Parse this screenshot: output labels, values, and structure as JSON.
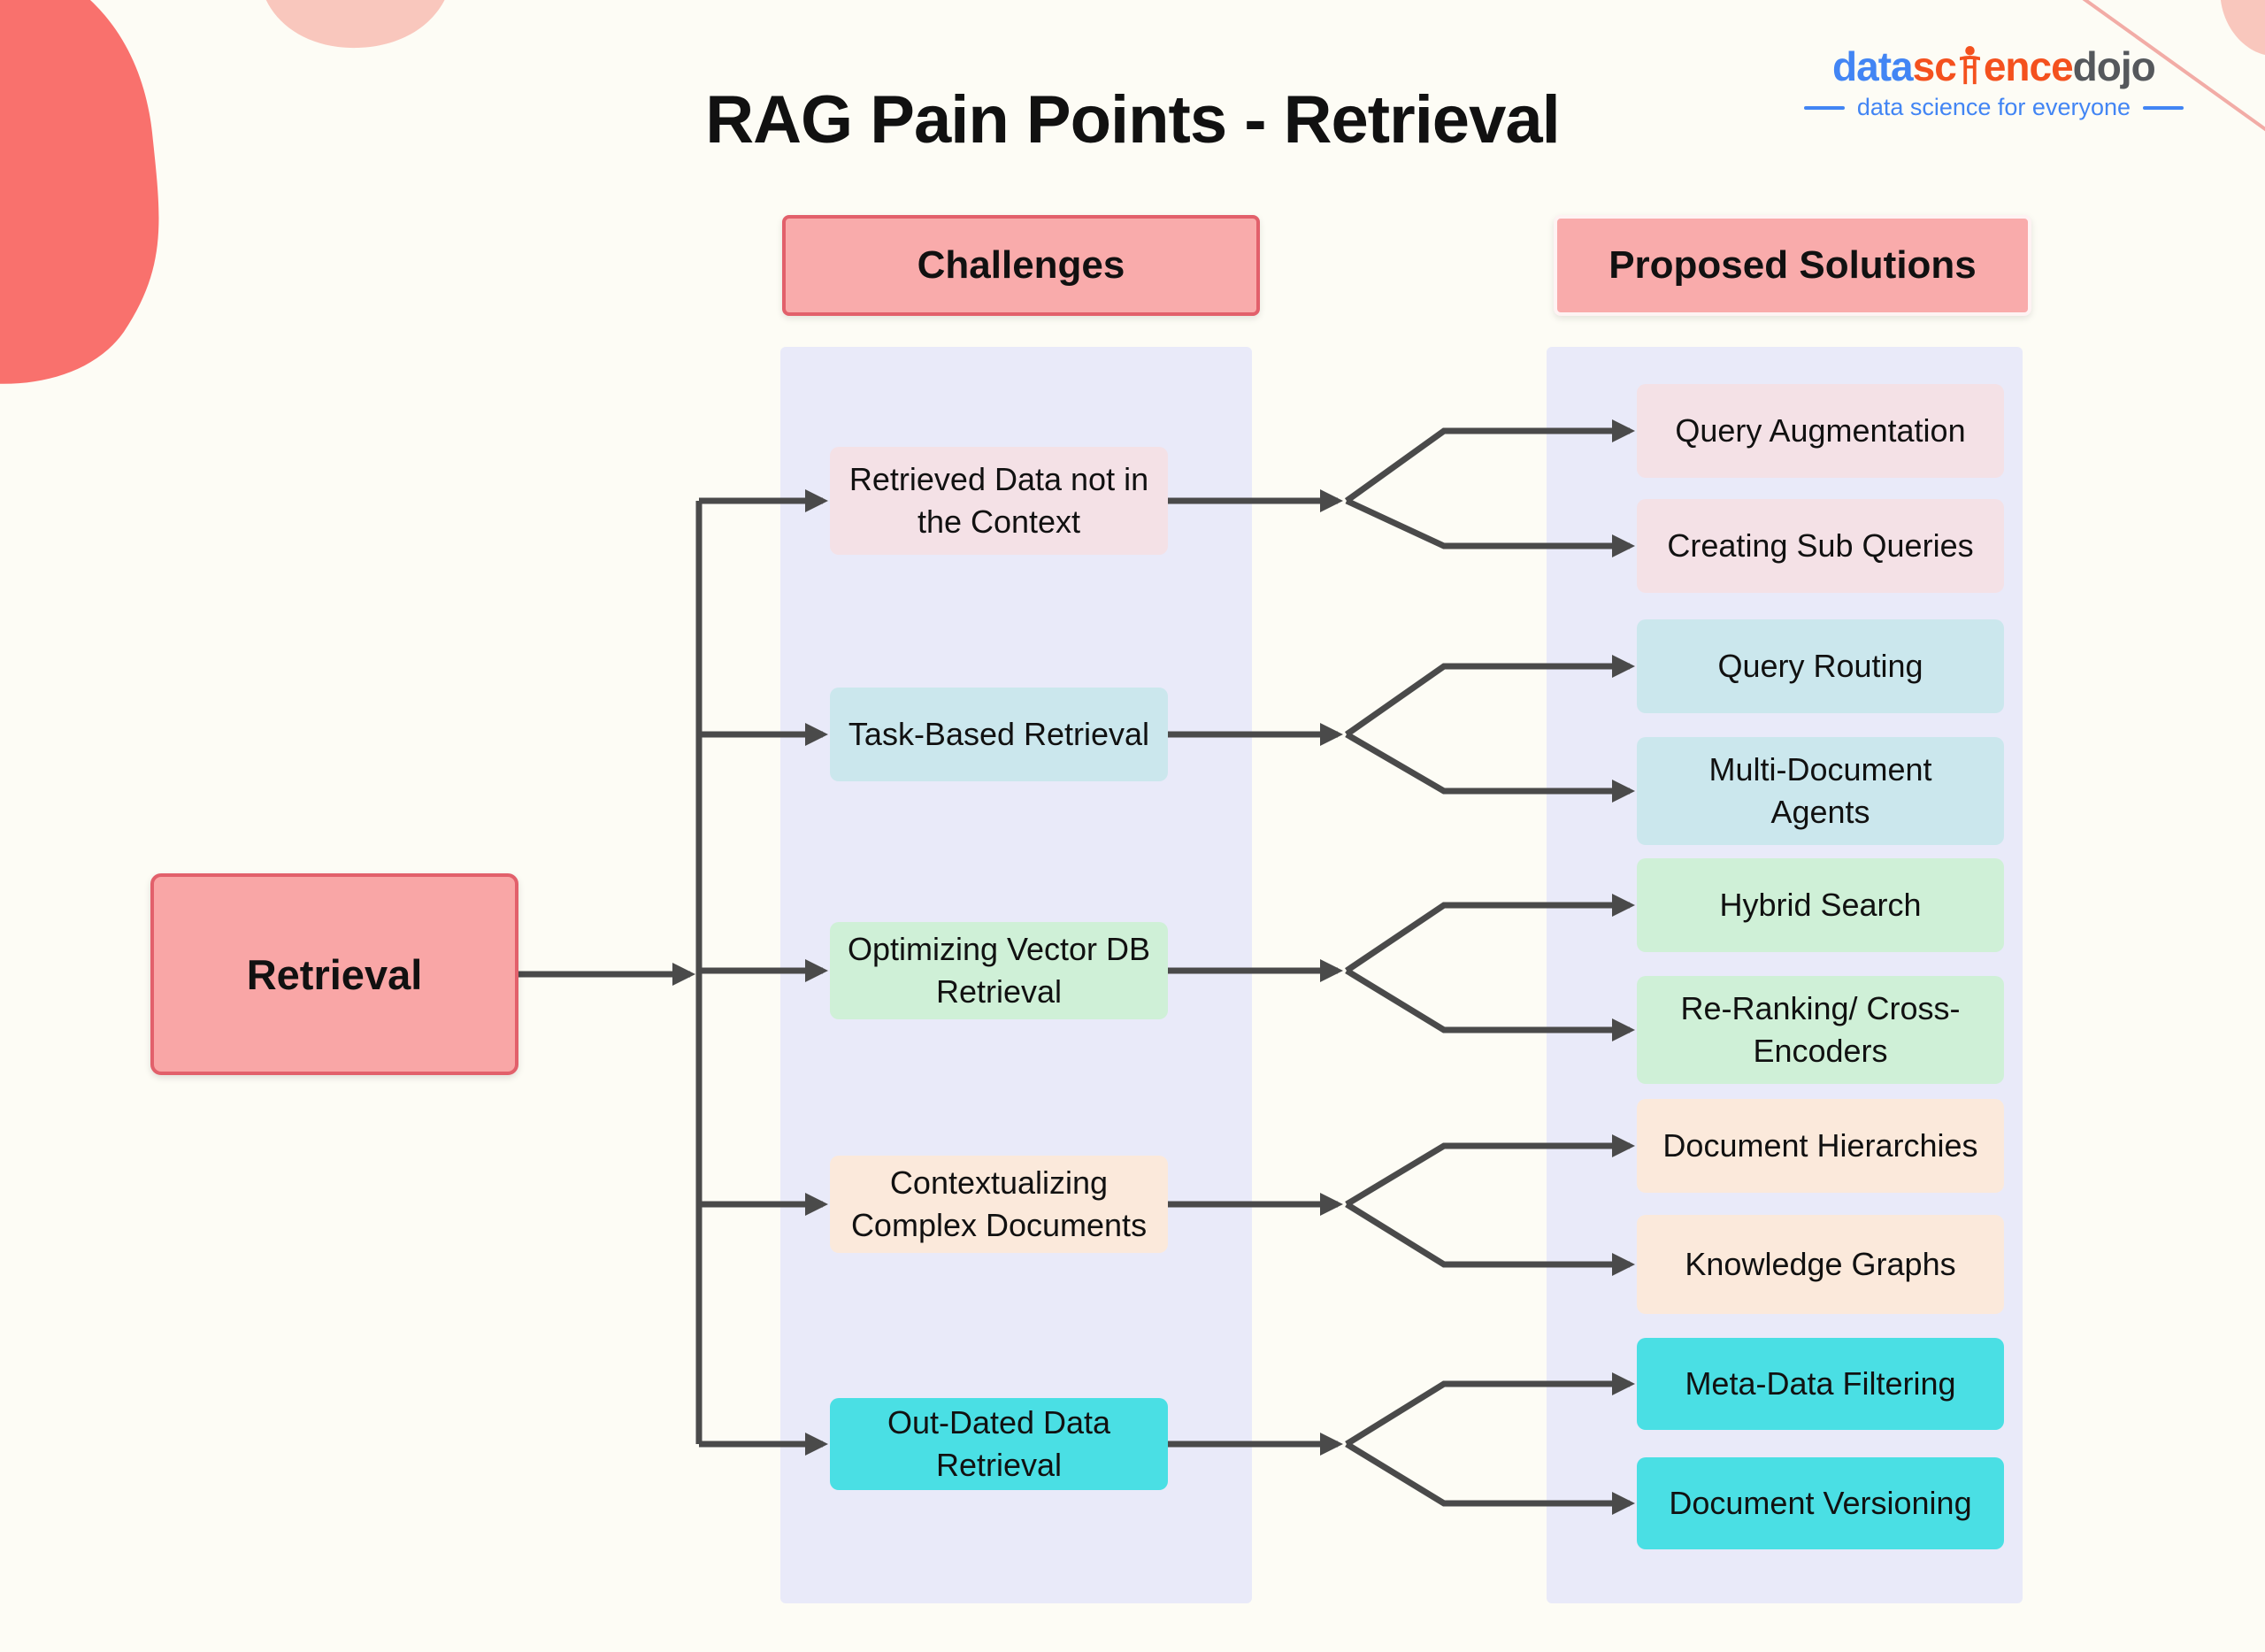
{
  "page": {
    "title": "RAG Pain Points - Retrieval"
  },
  "logo": {
    "word1": "data",
    "word2a": "sc",
    "word2b": "ence",
    "word3": "dojo",
    "tagline": "data science for everyone"
  },
  "headers": {
    "challenges": "Challenges",
    "solutions": "Proposed Solutions"
  },
  "root": {
    "label": "Retrieval"
  },
  "groups": [
    {
      "challenge": "Retrieved Data not in the Context",
      "solutions": [
        "Query Augmentation",
        "Creating Sub Queries"
      ],
      "color": "#F4E1E6"
    },
    {
      "challenge": "Task-Based Retrieval",
      "solutions": [
        "Query Routing",
        "Multi-Document Agents"
      ],
      "color": "#CBE7ED"
    },
    {
      "challenge": "Optimizing Vector DB Retrieval",
      "solutions": [
        "Hybrid Search",
        "Re-Ranking/ Cross-Encoders"
      ],
      "color": "#CFF0D7"
    },
    {
      "challenge": "Contextualizing Complex Documents",
      "solutions": [
        "Document Hierarchies",
        "Knowledge Graphs"
      ],
      "color": "#FBE9DB"
    },
    {
      "challenge": "Out-Dated Data Retrieval",
      "solutions": [
        "Meta-Data Filtering",
        "Document Versioning"
      ],
      "color": "#4ADFE4"
    }
  ],
  "colors": {
    "background": "#FDFCF5",
    "panel": "#E9EAF9",
    "connector": "#4A4A4A",
    "text": "#111111",
    "header_fill": "#F9ABAB",
    "header_border": "#E2606B",
    "root_fill": "#F9A6A6",
    "root_border": "#E2606B",
    "blob_coral": "#F9716D",
    "blob_pink": "#F9C7BD",
    "blob_line": "#F2ACA6",
    "logo_blue": "#4285F4",
    "logo_orange": "#F4511E",
    "logo_gray": "#55585C"
  }
}
